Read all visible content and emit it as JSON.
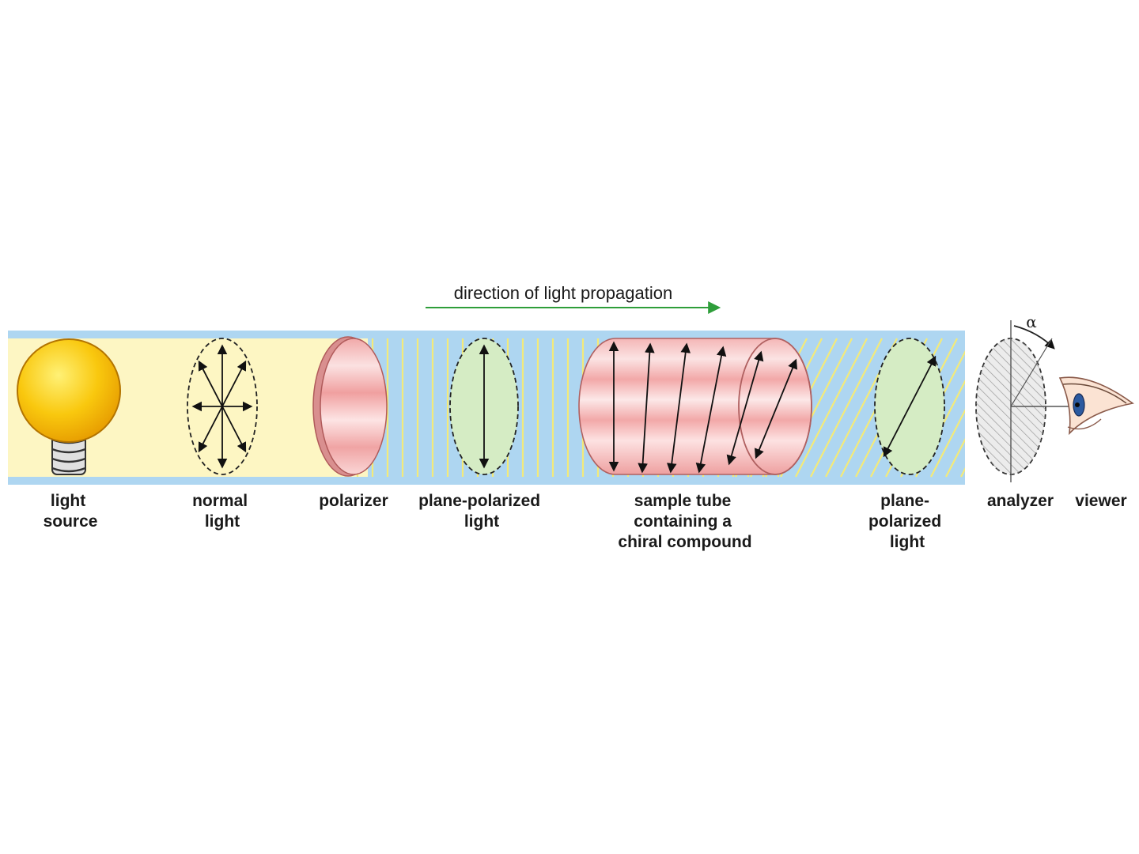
{
  "direction_label": "direction of light propagation",
  "angle_symbol": "α",
  "labels": {
    "light_source": [
      "light",
      "source"
    ],
    "normal_light": [
      "normal",
      "light"
    ],
    "polarizer": [
      "polarizer"
    ],
    "plane_polarized_1": [
      "plane-polarized",
      "light"
    ],
    "sample_tube": [
      "sample tube",
      "containing a",
      "chiral compound"
    ],
    "plane_polarized_2": [
      "plane-",
      "polarized",
      "light"
    ],
    "analyzer": [
      "analyzer"
    ],
    "viewer": [
      "viewer"
    ]
  },
  "colors": {
    "beam_background": "#aed6f1",
    "normal_light_band": "#fdf6c3",
    "bulb": "#f7b500",
    "tube": "#f2b8b8",
    "polarized_lines": "#f3ea7a",
    "arrow_green": "#2e9e3a",
    "ellipse_fill": "#d5ecc4"
  }
}
